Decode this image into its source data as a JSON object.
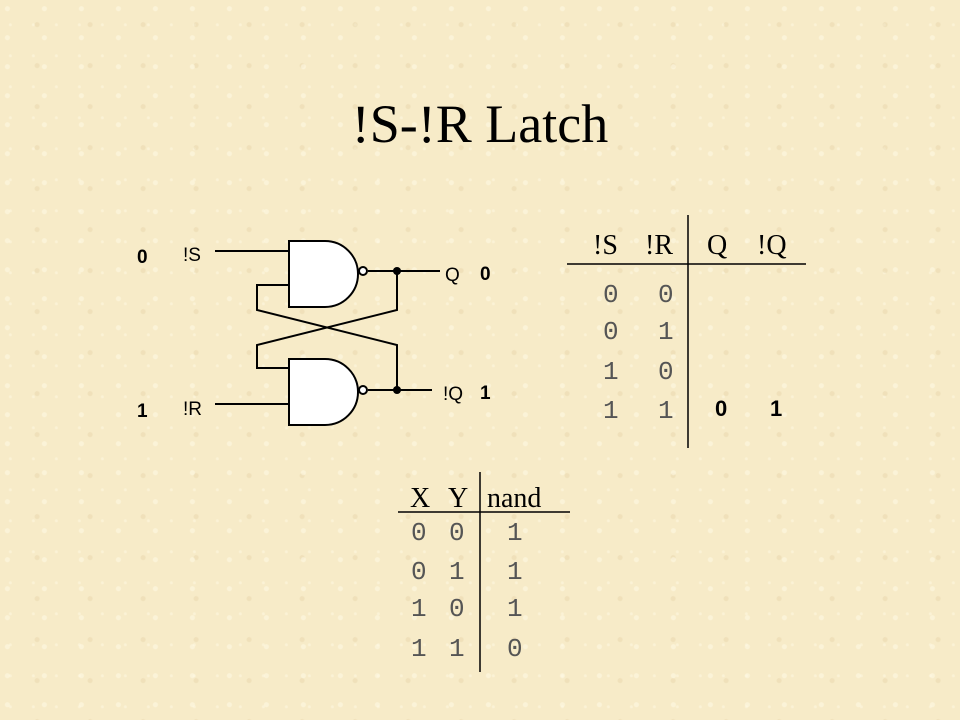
{
  "title": "!S-!R Latch",
  "circuit": {
    "s_label": "!S",
    "r_label": "!R",
    "q_label": "Q",
    "nq_label": "!Q",
    "s_value": "0",
    "r_value": "1",
    "q_value": "0",
    "nq_value": "1"
  },
  "latch_table": {
    "headers": [
      "!S",
      "!R",
      "Q",
      "!Q"
    ],
    "rows": [
      [
        "0",
        "0"
      ],
      [
        "0",
        "1"
      ],
      [
        "1",
        "0"
      ],
      [
        "1",
        "1"
      ]
    ],
    "result": [
      "0",
      "1"
    ]
  },
  "nand_table": {
    "headers": [
      "X",
      "Y",
      "nand"
    ],
    "rows": [
      [
        "0",
        "0",
        "1"
      ],
      [
        "0",
        "1",
        "1"
      ],
      [
        "1",
        "0",
        "1"
      ],
      [
        "1",
        "1",
        "0"
      ]
    ]
  }
}
